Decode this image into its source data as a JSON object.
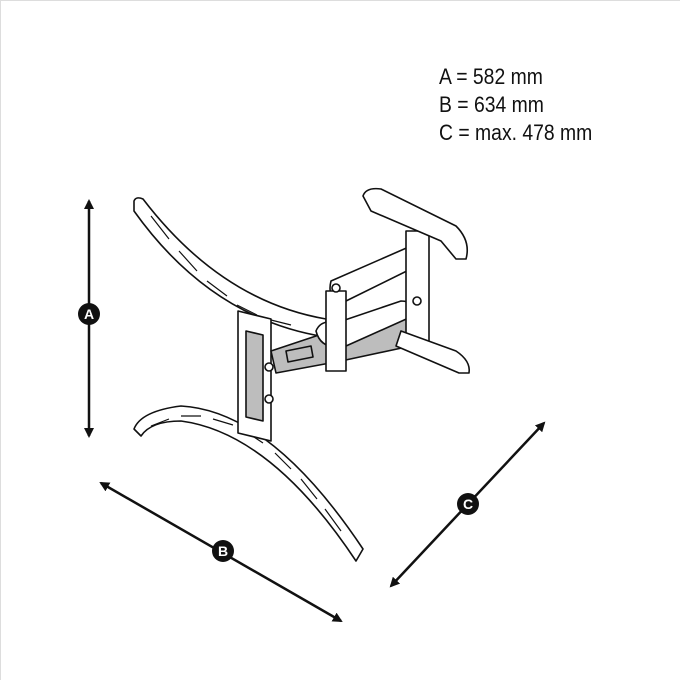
{
  "dimensions": [
    {
      "label": "A",
      "text": "A = 582 mm"
    },
    {
      "label": "B",
      "text": "B = 634 mm"
    },
    {
      "label": "C",
      "text": "C = max. 478 mm"
    }
  ],
  "colors": {
    "ink": "#111111",
    "fill": "#ffffff",
    "shade": "#bdbdbd"
  }
}
